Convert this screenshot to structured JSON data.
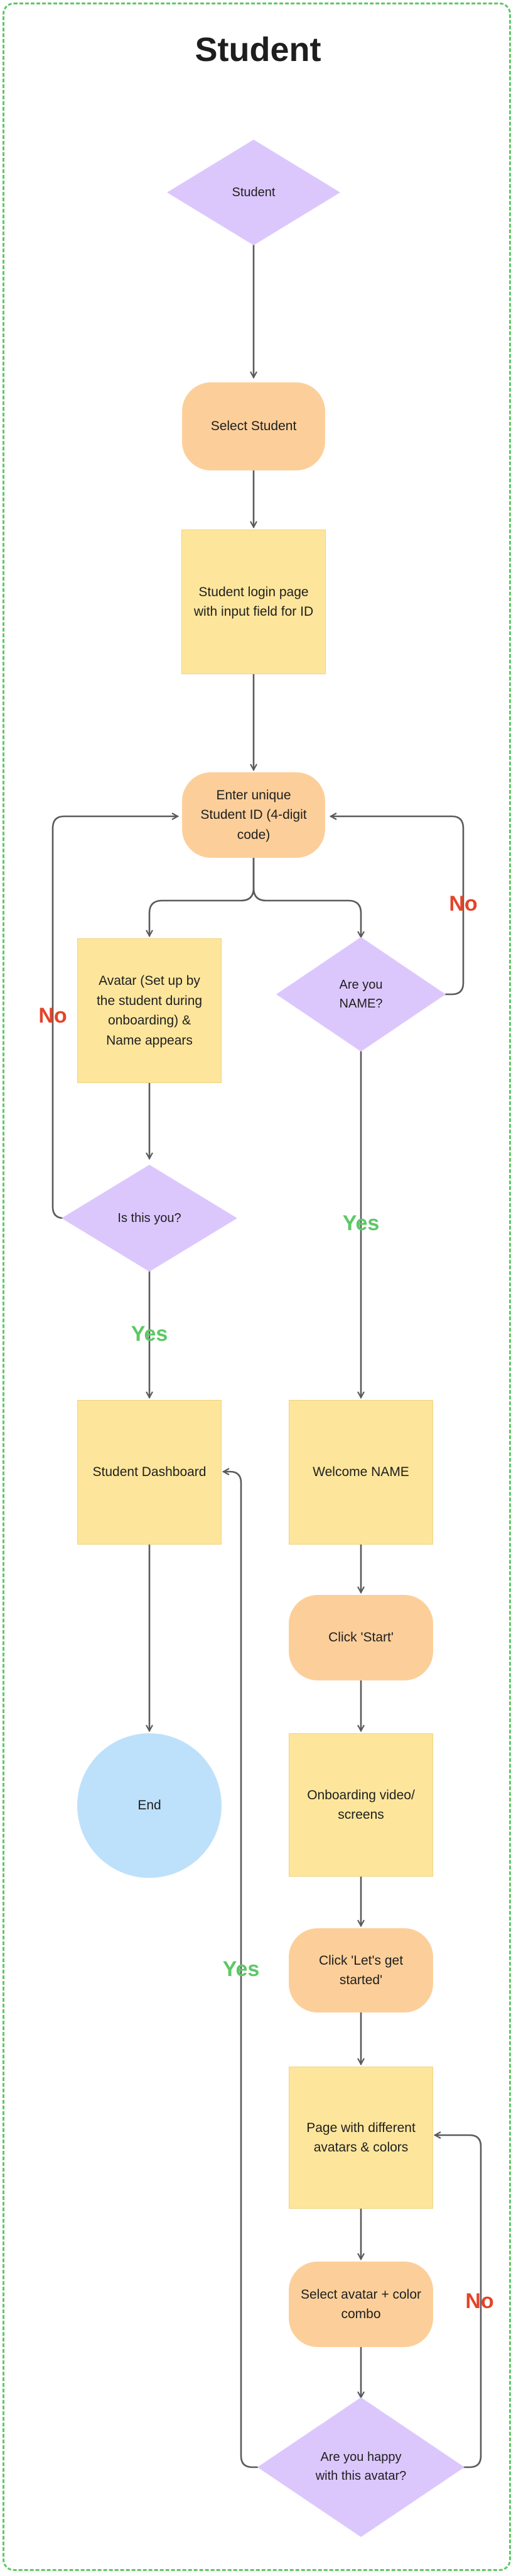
{
  "title": "Student",
  "colors": {
    "frame_border": "#5cc864",
    "decision": "#dcc7fd",
    "process": "#fde69c",
    "terminal": "#fccf9a",
    "end": "#bee1fb",
    "yes": "#5cc864",
    "no": "#e4442a",
    "connector": "#5a5a5a"
  },
  "nodes": {
    "start": "Student",
    "select_student": "Select Student",
    "login_page": "Student login page with input field for ID",
    "enter_id": "Enter unique Student ID (4-digit code)",
    "avatar_name": "Avatar (Set up by the student during onboarding) & Name appears",
    "are_you_name": "Are you NAME?",
    "is_this_you": "Is this you?",
    "student_dashboard": "Student Dashboard",
    "welcome_name": "Welcome NAME",
    "click_start": "Click 'Start'",
    "end": "End",
    "onboarding_video": "Onboarding video/ screens",
    "click_lets_get_started": "Click 'Let's get started'",
    "avatars_page": "Page with different avatars & colors",
    "select_avatar": "Select avatar + color combo",
    "happy_with_avatar": "Are you happy with this avatar?"
  },
  "labels": {
    "no_are_you_name": "No",
    "no_is_this_you": "No",
    "yes_are_you_name": "Yes",
    "yes_is_this_you": "Yes",
    "yes_happy": "Yes",
    "no_happy": "No"
  }
}
